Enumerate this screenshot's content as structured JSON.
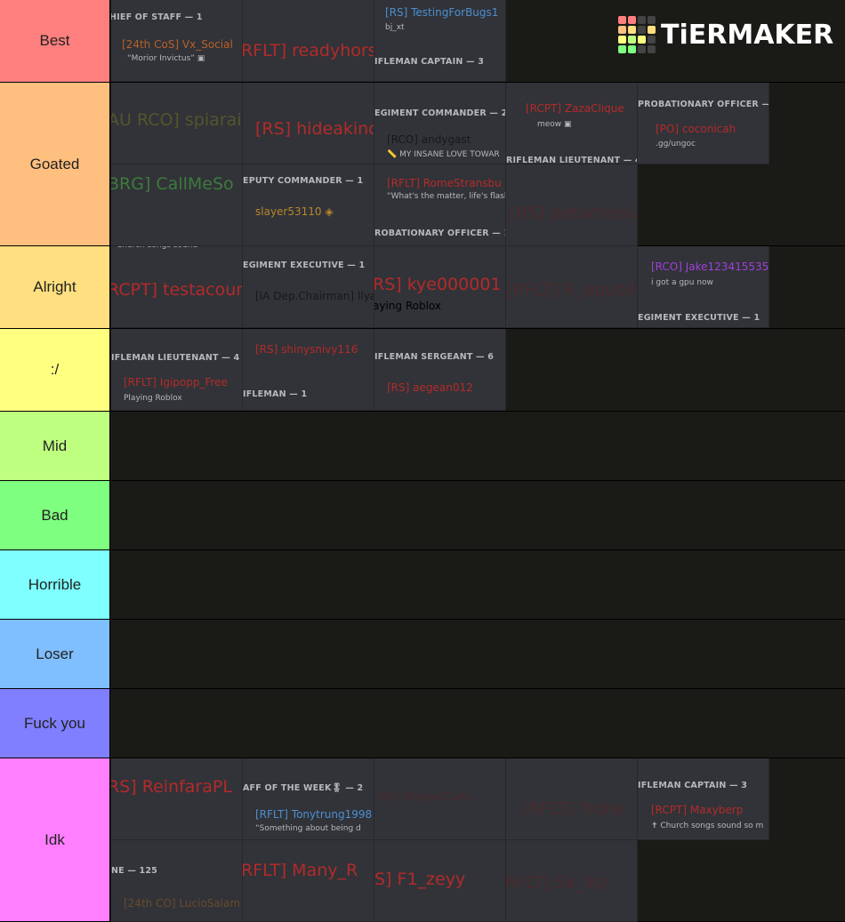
{
  "logo": {
    "text": "TiERMAKER",
    "colors": [
      "#ff7f7f",
      "#ffbf7f",
      "#ffdf7f",
      "#ffff7f",
      "#bfff7f",
      "#7fff7f",
      "#7fffff",
      "#7fbfff"
    ]
  },
  "tiers": [
    {
      "label": "Best",
      "color": "#ff7f7f",
      "tiles": [
        {
          "lines": [
            "HIEF OF STAFF — 1",
            "[24th CoS] Vx_Social",
            "“Morior Invictus” ▣"
          ]
        },
        {
          "lines": [
            "RFLT] readyhors"
          ]
        },
        {
          "lines": [
            "[RS] TestingForBugs1",
            "bj_xt",
            "IFLEMAN CAPTAIN — 3"
          ]
        }
      ]
    },
    {
      "label": "Goated",
      "color": "#ffbf7f",
      "tiles": [
        {
          "lines": [
            "AU RCO] spiarailX"
          ]
        },
        {
          "lines": [
            "[RS] hideakino"
          ]
        },
        {
          "lines": [
            "EGIMENT COMMANDER — 2",
            "[RCO] andygast",
            "📏 MY INSANE LOVE TOWAR"
          ]
        },
        {
          "lines": [
            "[RCPT] ZazaClique",
            "meow ▣",
            "RIFLEMAN LIEUTENANT — 4"
          ]
        },
        {
          "lines": [
            "PROBATIONARY OFFICER — 1",
            "[PO] coconicah",
            ".gg/ungoc"
          ]
        },
        {
          "lines": [
            "BRG] CallMeSo"
          ]
        },
        {
          "lines": [
            "EPUTY COMMANDER — 1",
            "slayer53110 ◈"
          ]
        },
        {
          "lines": [
            "[RFLT] RomeStransbu",
            "“What's the matter, life's flash",
            "ROBATIONARY OFFICER — 1"
          ]
        },
        {
          "lines": [
            "[RS] petartrusic"
          ]
        }
      ]
    },
    {
      "label": "Alright",
      "color": "#ffdf7f",
      "tiles": [
        {
          "lines": [
            "Church songs sound",
            "RCPT] testacoun"
          ]
        },
        {
          "lines": [
            "EGIMENT EXECUTIVE — 1",
            "[IA Dep.Chairman] Ilya"
          ]
        },
        {
          "lines": [
            "RS] kye000001",
            "aying Roblox"
          ]
        },
        {
          "lines": [
            "[RFLT] R_epubli"
          ]
        },
        {
          "lines": [
            "[RCO] Jake123415535",
            "i got a gpu now",
            "EGIMENT EXECUTIVE — 1"
          ]
        }
      ]
    },
    {
      "label": ":/",
      "color": "#ffff7f",
      "tiles": [
        {
          "lines": [
            "IFLEMAN LIEUTENANT — 4",
            "[RFLT] Igipopp_Free",
            "Playing Roblox"
          ]
        },
        {
          "lines": [
            "[RS] shinysnivy116",
            "IFLEMAN — 1"
          ]
        },
        {
          "lines": [
            "IFLEMAN SERGEANT — 6",
            "[RS] aegean012"
          ]
        }
      ]
    },
    {
      "label": "Mid",
      "color": "#bfff7f",
      "tiles": []
    },
    {
      "label": "Bad",
      "color": "#7fff7f",
      "tiles": []
    },
    {
      "label": "Horrible",
      "color": "#7fffff",
      "tiles": []
    },
    {
      "label": "Loser",
      "color": "#7fbfff",
      "tiles": []
    },
    {
      "label": "Fuck you",
      "color": "#7f7fff",
      "tiles": []
    },
    {
      "label": "Idk",
      "color": "#ff7fff",
      "tiles": [
        {
          "lines": [
            "RS] ReinfaraPL"
          ]
        },
        {
          "lines": [
            "AFF OF THE WEEK🎖 — 2",
            "[RFLT] Tonytrung1998",
            "“Something about being d"
          ]
        },
        {
          "lines": [
            "[RS] WagnerCarte"
          ]
        },
        {
          "lines": [
            "[RFLT] Trolle"
          ]
        },
        {
          "lines": [
            "IFLEMAN CAPTAIN — 3",
            "[RCPT] Maxyberp",
            "✝ Church songs sound so m"
          ]
        },
        {
          "lines": [
            "NE — 125",
            "[24th CO] LucioSalam"
          ]
        },
        {
          "lines": [
            "RFLT] Many_R"
          ]
        },
        {
          "lines": [
            "S] F1_zeyy"
          ]
        },
        {
          "lines": [
            "RFLT] Sk_lls("
          ]
        }
      ]
    }
  ]
}
